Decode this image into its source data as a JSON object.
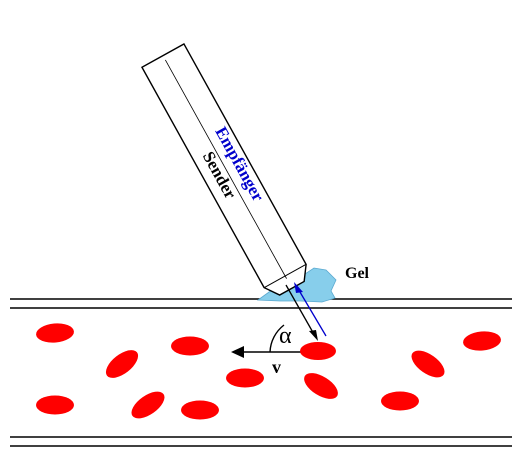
{
  "labels": {
    "receiver": "Empfänger",
    "transmitter": "Sender",
    "gel": "Gel",
    "angle": "α",
    "velocity": "v"
  },
  "colors": {
    "cells": "#ff0000",
    "gel": "#87ceeb",
    "receiver": "#0000cc",
    "lines": "#000000"
  }
}
